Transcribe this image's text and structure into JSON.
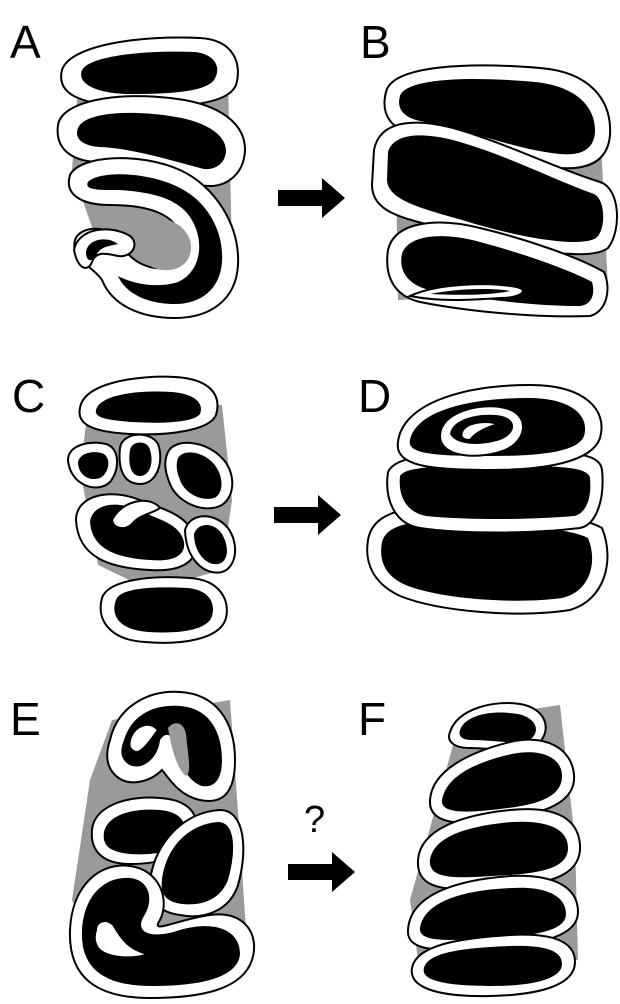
{
  "figure": {
    "panels": [
      {
        "id": "A",
        "label": "A",
        "stage": "before"
      },
      {
        "id": "B",
        "label": "B",
        "stage": "after"
      },
      {
        "id": "C",
        "label": "C",
        "stage": "before"
      },
      {
        "id": "D",
        "label": "D",
        "stage": "after"
      },
      {
        "id": "E",
        "label": "E",
        "stage": "before"
      },
      {
        "id": "F",
        "label": "F",
        "stage": "after"
      }
    ],
    "transitions": [
      {
        "from": "A",
        "to": "B",
        "label": ""
      },
      {
        "from": "C",
        "to": "D",
        "label": ""
      },
      {
        "from": "E",
        "to": "F",
        "label": "?"
      }
    ],
    "colors": {
      "enamel": "#ffffff",
      "dentine": "#000000",
      "cement": "#9a9a9a",
      "outline": "#000000",
      "background": "#ffffff"
    }
  }
}
